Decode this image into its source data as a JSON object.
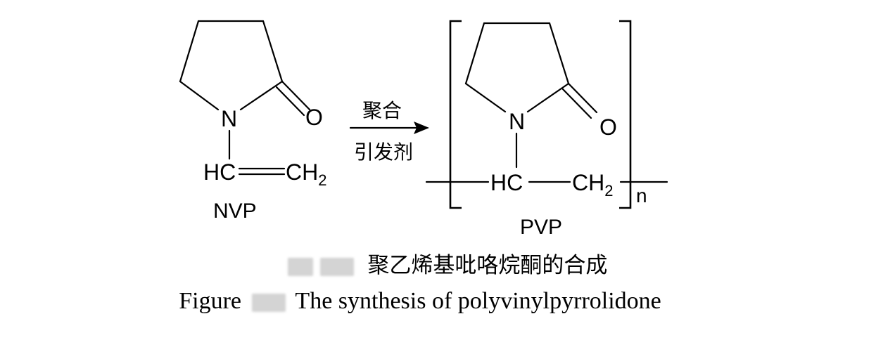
{
  "reaction": {
    "reactant": {
      "label": "NVP",
      "atoms": {
        "nitrogen": "N",
        "oxygen": "O",
        "vinyl_ch": "HC",
        "vinyl_ch2": "CH",
        "vinyl_ch2_sub": "2"
      }
    },
    "conditions": {
      "above_arrow": "聚合",
      "below_arrow": "引发剂"
    },
    "product": {
      "label": "PVP",
      "atoms": {
        "nitrogen": "N",
        "oxygen": "O",
        "backbone_ch": "HC",
        "backbone_ch2": "CH",
        "backbone_ch2_sub": "2"
      },
      "repeat_subscript": "n"
    }
  },
  "caption": {
    "chinese": "聚乙烯基吡咯烷酮的合成",
    "english_prefix": "Figure",
    "english_text": "The synthesis of polyvinylpyrrolidone"
  }
}
